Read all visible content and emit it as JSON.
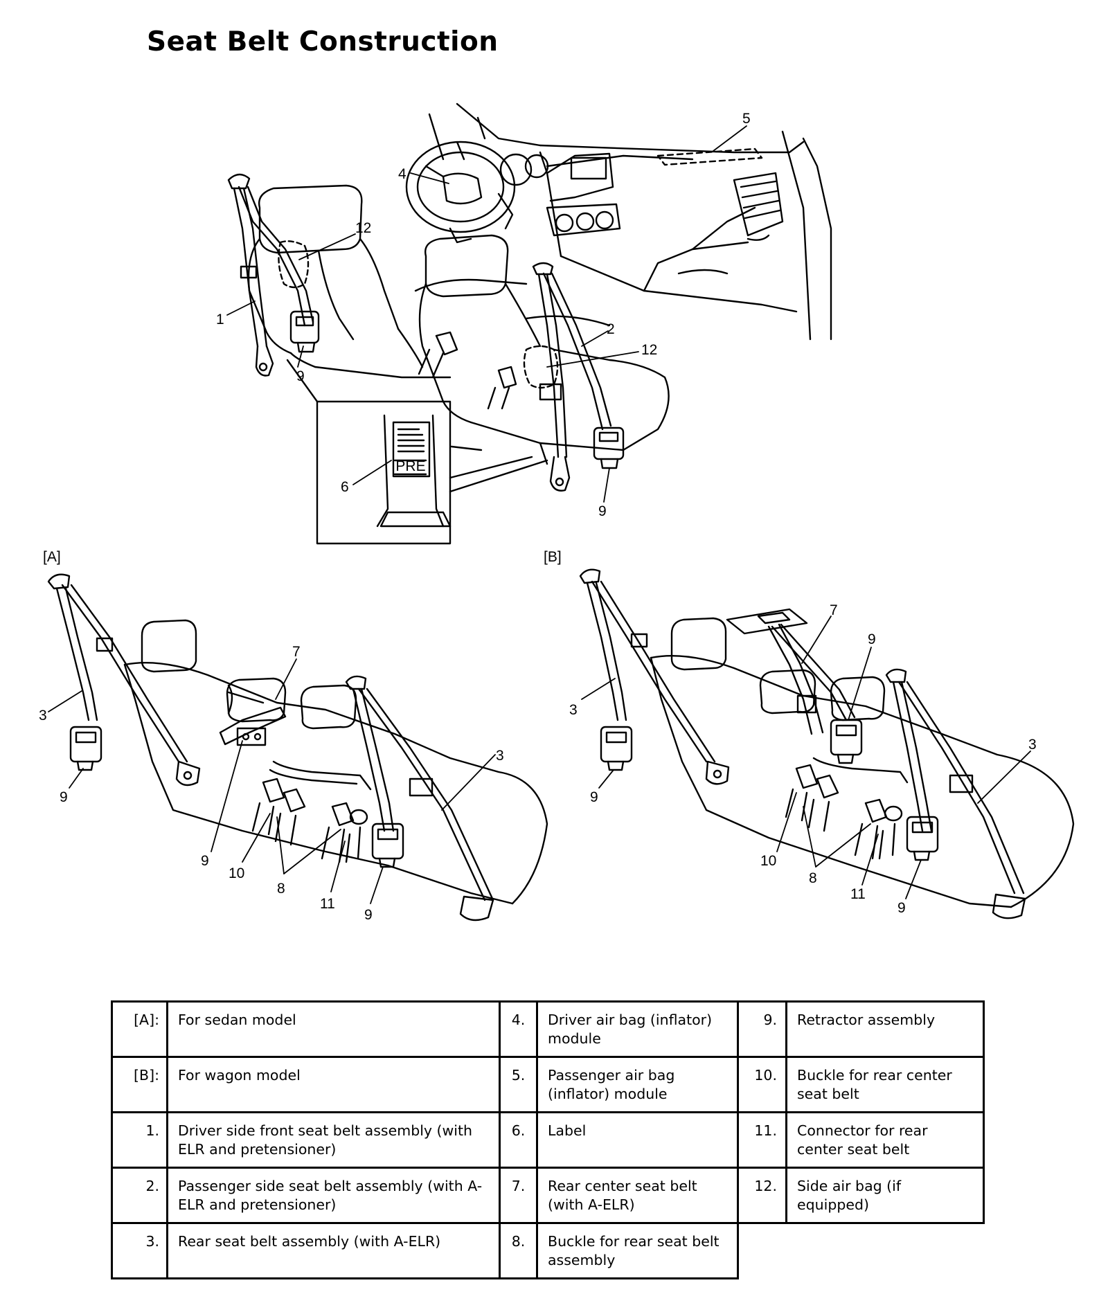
{
  "title": "Seat Belt Construction",
  "views": {
    "a": "[A]",
    "b": "[B]"
  },
  "callouts": {
    "c1": "1",
    "c2": "2",
    "c3a1": "3",
    "c3a2": "3",
    "c3b1": "3",
    "c3b2": "3",
    "c4": "4",
    "c5": "5",
    "c6": "6",
    "c7a": "7",
    "c7b": "7",
    "c8a": "8",
    "c8b": "8",
    "c9f1": "9",
    "c9f2": "9",
    "c9a1": "9",
    "c9a2": "9",
    "c9a3": "9",
    "c9b1": "9",
    "c9b2": "9",
    "c9b3": "9",
    "c10a": "10",
    "c10b": "10",
    "c11a": "11",
    "c11b": "11",
    "c12a": "12",
    "c12b": "12"
  },
  "label_text": "PRE",
  "legend": [
    [
      {
        "k": "[A]:",
        "v": "For sedan model"
      },
      {
        "k": "4.",
        "v": "Driver air bag (inflator) module"
      },
      {
        "k": "9.",
        "v": "Retractor assembly"
      }
    ],
    [
      {
        "k": "[B]:",
        "v": "For wagon model"
      },
      {
        "k": "5.",
        "v": "Passenger air bag (inflator) module"
      },
      {
        "k": "10.",
        "v": "Buckle for rear center seat belt"
      }
    ],
    [
      {
        "k": "1.",
        "v": "Driver side front seat belt assembly (with ELR and pretensioner)"
      },
      {
        "k": "6.",
        "v": "Label"
      },
      {
        "k": "11.",
        "v": "Connector for rear center seat belt"
      }
    ],
    [
      {
        "k": "2.",
        "v": "Passenger side seat belt assembly (with A-ELR and pretensioner)"
      },
      {
        "k": "7.",
        "v": "Rear center seat belt (with A-ELR)"
      },
      {
        "k": "12.",
        "v": "Side air bag (if equipped)"
      }
    ],
    [
      {
        "k": "3.",
        "v": "Rear seat belt assembly (with A-ELR)"
      },
      {
        "k": "8.",
        "v": "Buckle for rear seat belt assembly"
      }
    ]
  ]
}
